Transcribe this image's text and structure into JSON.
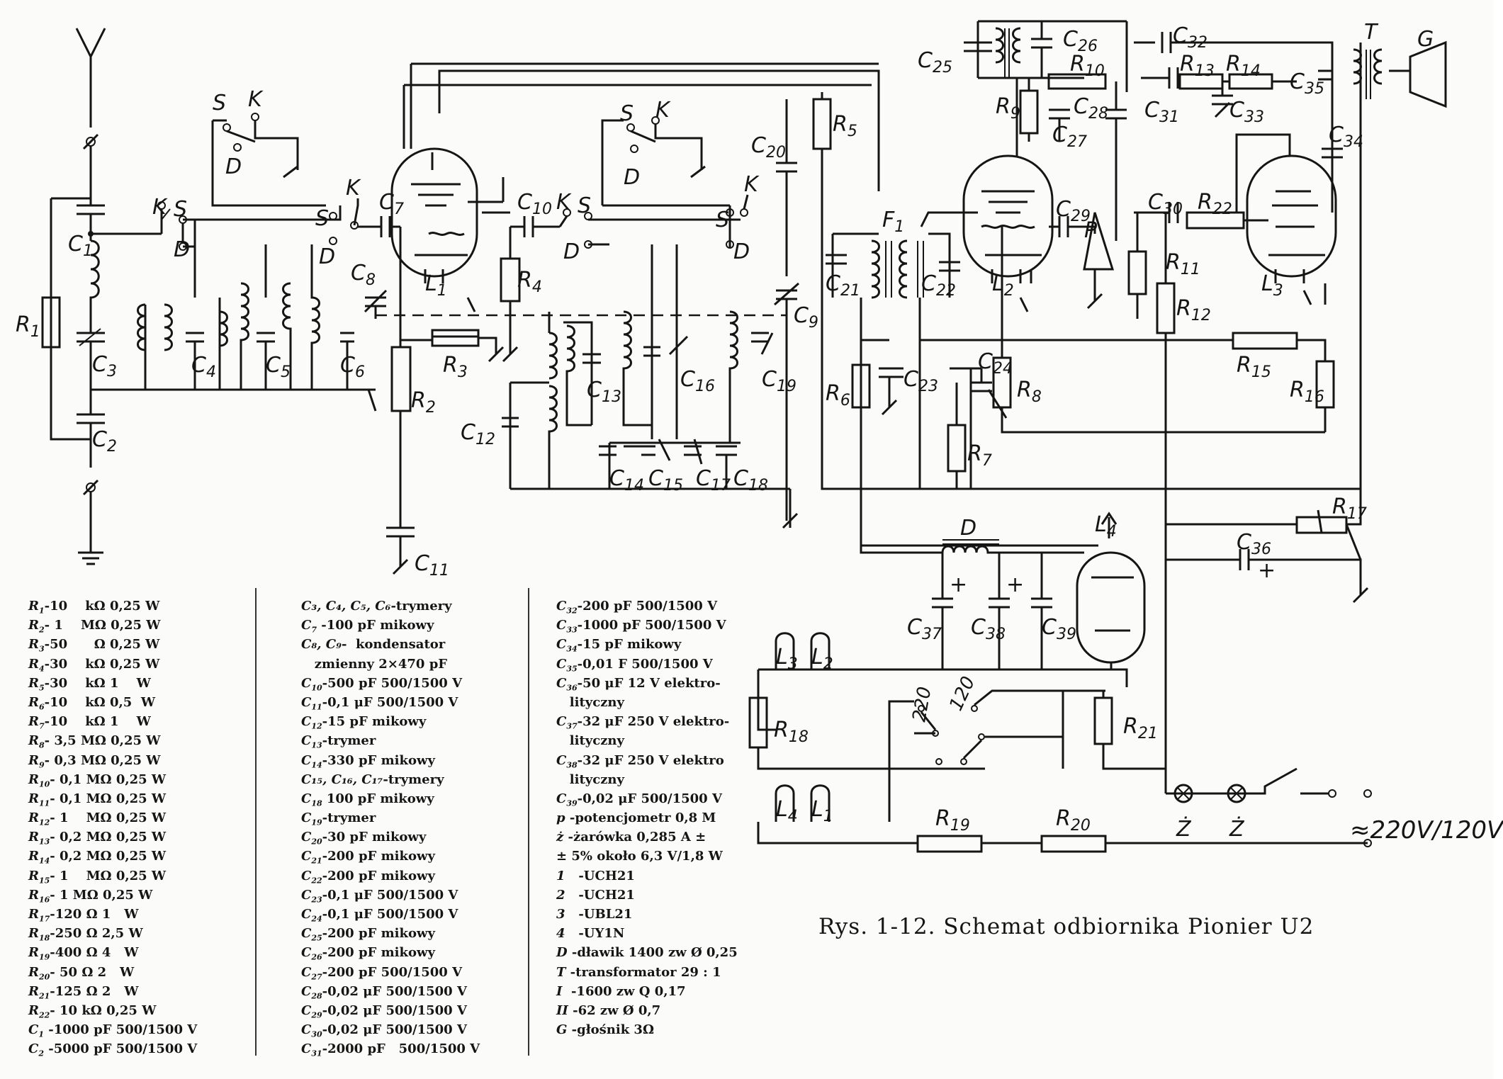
{
  "caption": "Rys. 1-12. Schemat odbiornika Pionier U2",
  "mains_label": "≈220V/120V",
  "labels": {
    "R1": "R1",
    "R2": "R2",
    "R3": "R3",
    "R4": "R4",
    "R5": "R5",
    "R6": "R6",
    "R7": "R7",
    "R8": "R8",
    "R9": "R9",
    "R10": "R10",
    "R11": "R11",
    "R12": "R12",
    "R13": "R13",
    "R14": "R14",
    "R15": "R15",
    "R16": "R16",
    "R17": "R17",
    "R18": "R18",
    "R19": "R19",
    "R20": "R20",
    "R21": "R21",
    "R22": "R22",
    "C1": "C1",
    "C2": "C2",
    "C3": "C3",
    "C4": "C4",
    "C5": "C5",
    "C6": "C6",
    "C7": "C7",
    "C8": "C8",
    "C9": "C9",
    "C10": "C10",
    "C11": "C11",
    "C12": "C12",
    "C13": "C13",
    "C14": "C14",
    "C15": "C15",
    "C16": "C16",
    "C17": "C17",
    "C18": "C18",
    "C19": "C19",
    "C20": "C20",
    "C21": "C21",
    "C22": "C22",
    "C23": "C23",
    "C24": "C24",
    "C25": "C25",
    "C26": "C26",
    "C27": "C27",
    "C28": "C28",
    "C29": "C29",
    "C30": "C30",
    "C31": "C31",
    "C32": "C32",
    "C33": "C33",
    "C34": "C34",
    "C35": "C35",
    "C36": "C36",
    "C37": "C37",
    "C38": "C38",
    "C39": "C39",
    "L1": "L1",
    "L2": "L2",
    "L3": "L3",
    "L4": "L4",
    "F1": "F1",
    "D": "D",
    "P": "P",
    "T": "T",
    "G": "G",
    "S": "S",
    "K": "K",
    "Z": "Ż",
    "v220": "220",
    "v120": "120",
    "plus": "+"
  },
  "legend_col1": [
    {
      "sym": "R",
      "sub": "1",
      "val": "-10    kΩ 0,25 W"
    },
    {
      "sym": "R",
      "sub": "2",
      "val": "- 1    MΩ 0,25 W"
    },
    {
      "sym": "R",
      "sub": "3",
      "val": "-50      Ω 0,25 W"
    },
    {
      "sym": "R",
      "sub": "4",
      "val": "-30    kΩ 0,25 W"
    },
    {
      "sym": "R",
      "sub": "5",
      "val": "-30    kΩ 1    W"
    },
    {
      "sym": "R",
      "sub": "6",
      "val": "-10    kΩ 0,5  W"
    },
    {
      "sym": "R",
      "sub": "7",
      "val": "-10    kΩ 1    W"
    },
    {
      "sym": "R",
      "sub": "8",
      "val": "- 3,5 MΩ 0,25 W"
    },
    {
      "sym": "R",
      "sub": "9",
      "val": "- 0,3 MΩ 0,25 W"
    },
    {
      "sym": "R",
      "sub": "10",
      "val": "- 0,1 MΩ 0,25 W"
    },
    {
      "sym": "R",
      "sub": "11",
      "val": "- 0,1 MΩ 0,25 W"
    },
    {
      "sym": "R",
      "sub": "12",
      "val": "- 1    MΩ 0,25 W"
    },
    {
      "sym": "R",
      "sub": "13",
      "val": "- 0,2 MΩ 0,25 W"
    },
    {
      "sym": "R",
      "sub": "14",
      "val": "- 0,2 MΩ 0,25 W"
    },
    {
      "sym": "R",
      "sub": "15",
      "val": "- 1    MΩ 0,25 W"
    },
    {
      "sym": "R",
      "sub": "16",
      "val": "- 1 MΩ 0,25 W"
    },
    {
      "sym": "R",
      "sub": "17",
      "val": "-120 Ω 1   W"
    },
    {
      "sym": "R",
      "sub": "18",
      "val": "-250 Ω 2,5 W"
    },
    {
      "sym": "R",
      "sub": "19",
      "val": "-400 Ω 4   W"
    },
    {
      "sym": "R",
      "sub": "20",
      "val": "- 50 Ω 2   W"
    },
    {
      "sym": "R",
      "sub": "21",
      "val": "-125 Ω 2   W"
    },
    {
      "sym": "R",
      "sub": "22",
      "val": "- 10 kΩ 0,25 W"
    },
    {
      "sym": "C",
      "sub": "1",
      "val": " -1000 pF 500/1500 V"
    },
    {
      "sym": "C",
      "sub": "2",
      "val": " -5000 pF 500/1500 V"
    }
  ],
  "legend_col2": [
    {
      "sym": "C₃, C₄, C₅, C₆",
      "sub": "",
      "val": "-trymery"
    },
    {
      "sym": "C",
      "sub": "7",
      "val": " -100 pF mikowy"
    },
    {
      "sym": "C₈, C₉",
      "sub": "",
      "val": "-  kondensator"
    },
    {
      "sym": "",
      "sub": "",
      "val": "   zmienny 2×470 pF"
    },
    {
      "sym": "C",
      "sub": "10",
      "val": "-500 pF 500/1500 V"
    },
    {
      "sym": "C",
      "sub": "11",
      "val": "-0,1 μF 500/1500 V"
    },
    {
      "sym": "C",
      "sub": "12",
      "val": "-15 pF mikowy"
    },
    {
      "sym": "C",
      "sub": "13",
      "val": "-trymer"
    },
    {
      "sym": "C",
      "sub": "14",
      "val": "-330 pF mikowy"
    },
    {
      "sym": "C₁₅, C₁₆, C₁₇",
      "sub": "",
      "val": "-trymery"
    },
    {
      "sym": "C",
      "sub": "18",
      "val": " 100 pF mikowy"
    },
    {
      "sym": "C",
      "sub": "19",
      "val": "-trymer"
    },
    {
      "sym": "C",
      "sub": "20",
      "val": "-30 pF mikowy"
    },
    {
      "sym": "C",
      "sub": "21",
      "val": "-200 pF mikowy"
    },
    {
      "sym": "C",
      "sub": "22",
      "val": "-200 pF mikowy"
    },
    {
      "sym": "C",
      "sub": "23",
      "val": "-0,1 μF 500/1500 V"
    },
    {
      "sym": "C",
      "sub": "24",
      "val": "-0,1 μF 500/1500 V"
    },
    {
      "sym": "C",
      "sub": "25",
      "val": "-200 pF mikowy"
    },
    {
      "sym": "C",
      "sub": "26",
      "val": "-200 pF mikowy"
    },
    {
      "sym": "C",
      "sub": "27",
      "val": "-200 pF 500/1500 V"
    },
    {
      "sym": "C",
      "sub": "28",
      "val": "-0,02 μF 500/1500 V"
    },
    {
      "sym": "C",
      "sub": "29",
      "val": "-0,02 μF 500/1500 V"
    },
    {
      "sym": "C",
      "sub": "30",
      "val": "-0,02 μF 500/1500 V"
    },
    {
      "sym": "C",
      "sub": "31",
      "val": "-2000 pF   500/1500 V"
    }
  ],
  "legend_col3": [
    {
      "sym": "C",
      "sub": "32",
      "val": "-200 pF 500/1500 V"
    },
    {
      "sym": "C",
      "sub": "33",
      "val": "-1000 pF 500/1500 V"
    },
    {
      "sym": "C",
      "sub": "34",
      "val": "-15 pF mikowy"
    },
    {
      "sym": "C",
      "sub": "35",
      "val": "-0,01 F 500/1500 V"
    },
    {
      "sym": "C",
      "sub": "36",
      "val": "-50 μF 12 V elektro-"
    },
    {
      "sym": "",
      "sub": "",
      "val": "   lityczny"
    },
    {
      "sym": "C",
      "sub": "37",
      "val": "-32 μF 250 V elektro-"
    },
    {
      "sym": "",
      "sub": "",
      "val": "   lityczny"
    },
    {
      "sym": "C",
      "sub": "38",
      "val": "-32 μF 250 V elektro"
    },
    {
      "sym": "",
      "sub": "",
      "val": "   lityczny"
    },
    {
      "sym": "C",
      "sub": "39",
      "val": "-0,02 μF 500/1500 V"
    },
    {
      "sym": "p",
      "sub": "",
      "val": " -potencjometr 0,8 M"
    },
    {
      "sym": "ż",
      "sub": "",
      "val": " -żarówka 0,285 A ±"
    },
    {
      "sym": "",
      "sub": "",
      "val": "± 5% około 6,3 V/1,8 W"
    },
    {
      "sym": "1",
      "sub": "",
      "val": "   -UCH21"
    },
    {
      "sym": "2",
      "sub": "",
      "val": "   -UCH21"
    },
    {
      "sym": "3",
      "sub": "",
      "val": "   -UBL21"
    },
    {
      "sym": "4",
      "sub": "",
      "val": "   -UY1N"
    },
    {
      "sym": "D",
      "sub": "",
      "val": " -dławik 1400 zw Ø 0,25"
    },
    {
      "sym": "T",
      "sub": "",
      "val": " -transformator 29 : 1"
    },
    {
      "sym": "I",
      "sub": "",
      "val": "  -1600 zw Q 0,17"
    },
    {
      "sym": "II",
      "sub": "",
      "val": " -62 zw Ø 0,7"
    },
    {
      "sym": "G",
      "sub": "",
      "val": " -głośnik 3Ω"
    }
  ]
}
